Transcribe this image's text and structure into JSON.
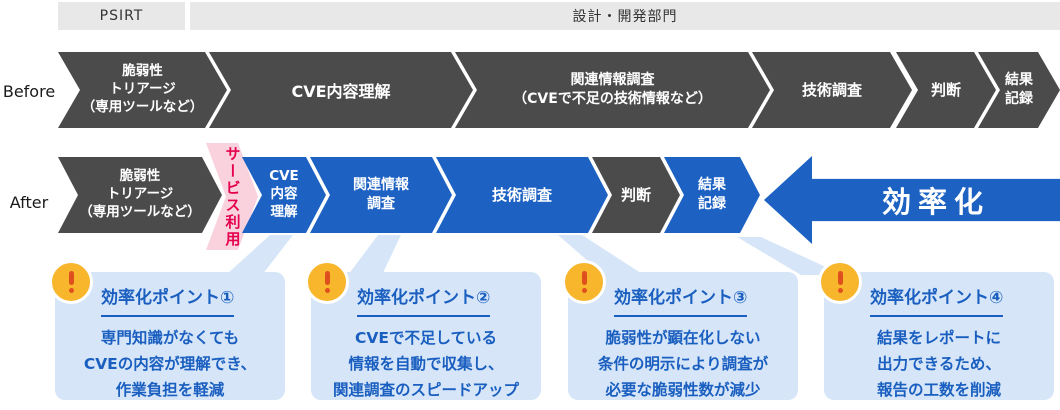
{
  "header": {
    "psirt": "PSIRT",
    "dept": "設計・開発部門"
  },
  "before": {
    "label": "Before",
    "steps": [
      {
        "text": "脆弱性\nトリアージ\n（専用ツールなど）"
      },
      {
        "text": "CVE内容理解"
      },
      {
        "text": "関連情報調査\n（CVEで不足の技術情報など）"
      },
      {
        "text": "技術調査"
      },
      {
        "text": "判断"
      },
      {
        "text": "結果\n記録"
      }
    ]
  },
  "after": {
    "label": "After",
    "steps": [
      {
        "text": "脆弱性\nトリアージ\n（専用ツールなど）"
      },
      {
        "text": "サービス利用"
      },
      {
        "text": "CVE\n内容\n理解"
      },
      {
        "text": "関連情報\n調査"
      },
      {
        "text": "技術調査"
      },
      {
        "text": "判断"
      },
      {
        "text": "結果\n記録"
      }
    ]
  },
  "efficiency_arrow_label": "効率化",
  "callouts": [
    {
      "title": "効率化ポイント①",
      "body": "専門知識がなくても\nCVEの内容が理解でき、\n作業負担を軽減"
    },
    {
      "title": "効率化ポイント②",
      "body": "CVEで不足している\n情報を自動で収集し、\n関連調査のスピードアップ"
    },
    {
      "title": "効率化ポイント③",
      "body": "脆弱性が顕在化しない\n条件の明示により調査が\n必要な脆弱性数が減少"
    },
    {
      "title": "効率化ポイント④",
      "body": "結果をレポートに\n出力できるため、\n報告の工数を削減"
    }
  ],
  "icons": {
    "alert": "exclamation-mark"
  },
  "colors": {
    "step_dark": "#4b4b4b",
    "step_blue": "#1d62c3",
    "service_pink_bg": "#f9d2de",
    "service_pink_text": "#e5004f",
    "header_bg": "#e8e8e8",
    "callout_bg": "#d6e6f8",
    "callout_text": "#1a5fc0",
    "alert_circle": "#f8b62d",
    "alert_mark": "#e0501e"
  }
}
